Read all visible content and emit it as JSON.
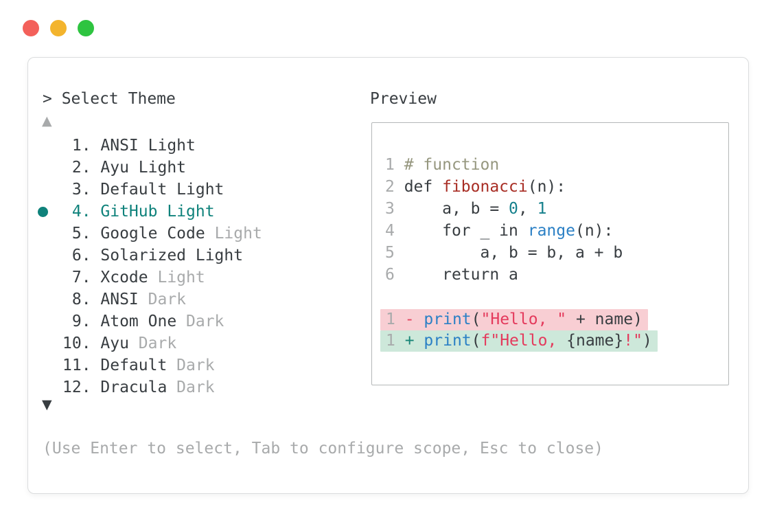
{
  "window": {
    "traffic_lights": [
      {
        "name": "close",
        "color": "#f3605a"
      },
      {
        "name": "minimize",
        "color": "#f3b42d"
      },
      {
        "name": "maximize",
        "color": "#2ec440"
      }
    ]
  },
  "prompt": {
    "text": "> Select Theme"
  },
  "preview_label": "Preview",
  "scroll": {
    "up_arrow": "▲",
    "down_arrow": "▼"
  },
  "hint": "(Use Enter to select, Tab to configure scope, Esc to close)",
  "themes": [
    {
      "number": " 1. ",
      "selected": false,
      "segments": [
        {
          "text": "ANSI Light",
          "tone": "dark"
        }
      ]
    },
    {
      "number": " 2. ",
      "selected": false,
      "segments": [
        {
          "text": "Ayu Light",
          "tone": "dark"
        }
      ]
    },
    {
      "number": " 3. ",
      "selected": false,
      "segments": [
        {
          "text": "Default Light",
          "tone": "dark"
        }
      ]
    },
    {
      "number": " 4. ",
      "selected": true,
      "segments": [
        {
          "text": "GitHub Light",
          "tone": "accent"
        }
      ]
    },
    {
      "number": " 5. ",
      "selected": false,
      "segments": [
        {
          "text": "Google Code",
          "tone": "dark"
        },
        {
          "text": " Light",
          "tone": "gray"
        }
      ]
    },
    {
      "number": " 6. ",
      "selected": false,
      "segments": [
        {
          "text": "Solarized Light",
          "tone": "dark"
        }
      ]
    },
    {
      "number": " 7. ",
      "selected": false,
      "segments": [
        {
          "text": "Xcode",
          "tone": "dark"
        },
        {
          "text": " Light",
          "tone": "gray"
        }
      ]
    },
    {
      "number": " 8. ",
      "selected": false,
      "segments": [
        {
          "text": "ANSI",
          "tone": "dark"
        },
        {
          "text": " Dark",
          "tone": "gray"
        }
      ]
    },
    {
      "number": " 9. ",
      "selected": false,
      "segments": [
        {
          "text": "Atom One",
          "tone": "dark"
        },
        {
          "text": " Dark",
          "tone": "gray"
        }
      ]
    },
    {
      "number": "10. ",
      "selected": false,
      "segments": [
        {
          "text": "Ayu",
          "tone": "dark"
        },
        {
          "text": " Dark",
          "tone": "gray"
        }
      ]
    },
    {
      "number": "11. ",
      "selected": false,
      "segments": [
        {
          "text": "Default",
          "tone": "dark"
        },
        {
          "text": " Dark",
          "tone": "gray"
        }
      ]
    },
    {
      "number": "12. ",
      "selected": false,
      "segments": [
        {
          "text": "Dracula",
          "tone": "dark"
        },
        {
          "text": " Dark",
          "tone": "gray"
        }
      ]
    }
  ],
  "preview_code": {
    "lines": [
      {
        "number": "1",
        "segments": [
          {
            "text": "# function",
            "tone": "comment"
          }
        ]
      },
      {
        "number": "2",
        "segments": [
          {
            "text": "def ",
            "tone": "dark"
          },
          {
            "text": "fibonacci",
            "tone": "func"
          },
          {
            "text": "(n):",
            "tone": "dark"
          }
        ]
      },
      {
        "number": "3",
        "segments": [
          {
            "text": "    a, b = ",
            "tone": "dark"
          },
          {
            "text": "0",
            "tone": "number"
          },
          {
            "text": ", ",
            "tone": "dark"
          },
          {
            "text": "1",
            "tone": "number"
          }
        ]
      },
      {
        "number": "4",
        "segments": [
          {
            "text": "    for _ in ",
            "tone": "dark"
          },
          {
            "text": "range",
            "tone": "keyword"
          },
          {
            "text": "(n):",
            "tone": "dark"
          }
        ]
      },
      {
        "number": "5",
        "segments": [
          {
            "text": "        a, b = b, a + b",
            "tone": "dark"
          }
        ]
      },
      {
        "number": "6",
        "segments": [
          {
            "text": "    return a",
            "tone": "dark"
          }
        ]
      }
    ],
    "diff_lines": [
      {
        "number": "1",
        "kind": "removed",
        "segments": [
          {
            "text": "- ",
            "tone": "minus"
          },
          {
            "text": "print",
            "tone": "keyword"
          },
          {
            "text": "(",
            "tone": "dark"
          },
          {
            "text": "\"Hello, \"",
            "tone": "string"
          },
          {
            "text": " + name)",
            "tone": "dark"
          }
        ]
      },
      {
        "number": "1",
        "kind": "added",
        "segments": [
          {
            "text": "+ ",
            "tone": "plus"
          },
          {
            "text": "print",
            "tone": "keyword"
          },
          {
            "text": "(",
            "tone": "dark"
          },
          {
            "text": "f\"Hello, ",
            "tone": "string"
          },
          {
            "text": "{name}",
            "tone": "dark"
          },
          {
            "text": "!\"",
            "tone": "string"
          },
          {
            "text": ")",
            "tone": "dark"
          }
        ]
      }
    ]
  },
  "colors": {
    "text-dark": "#383d41",
    "text-gray": "#a8aaab",
    "accent": "#0f827b",
    "comment": "#96977f",
    "func": "#a82d24",
    "number": "#15808c",
    "keyword": "#2b80c5",
    "string": "#e43a5c",
    "minus": "#e4455f",
    "plus": "#178577",
    "removed-bg": "#f8ced3",
    "added-bg": "#cde8da",
    "panel-border": "#dadcdd",
    "preview-border": "#b4b7b8"
  }
}
